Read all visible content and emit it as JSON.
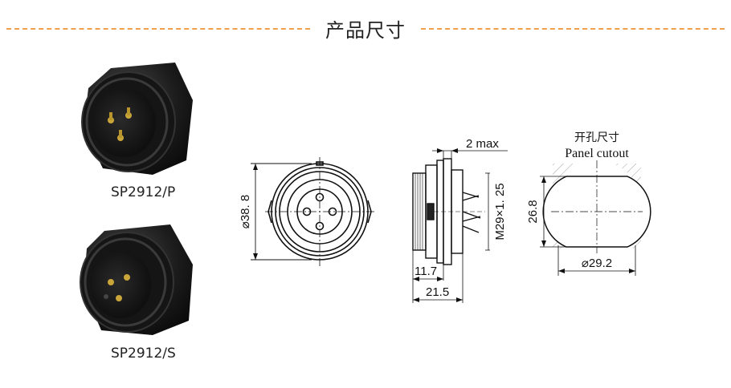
{
  "header": {
    "title": "产品尺寸"
  },
  "products": [
    {
      "label": "SP2912/P"
    },
    {
      "label": "SP2912/S"
    }
  ],
  "drawing": {
    "front_diameter": "⌀38. 8",
    "side_top": "2 max",
    "side_thread": "M29×1. 25",
    "side_depth_inner": "11.7",
    "side_depth_total": "21.5",
    "cutout_title_cn": "开孔尺寸",
    "cutout_title_en": "Panel cutout",
    "cutout_height": "26.8",
    "cutout_diameter": "⌀29.2"
  },
  "colors": {
    "accent": "#f0a04b",
    "line": "#111111",
    "connector": "#1a1a1a"
  }
}
